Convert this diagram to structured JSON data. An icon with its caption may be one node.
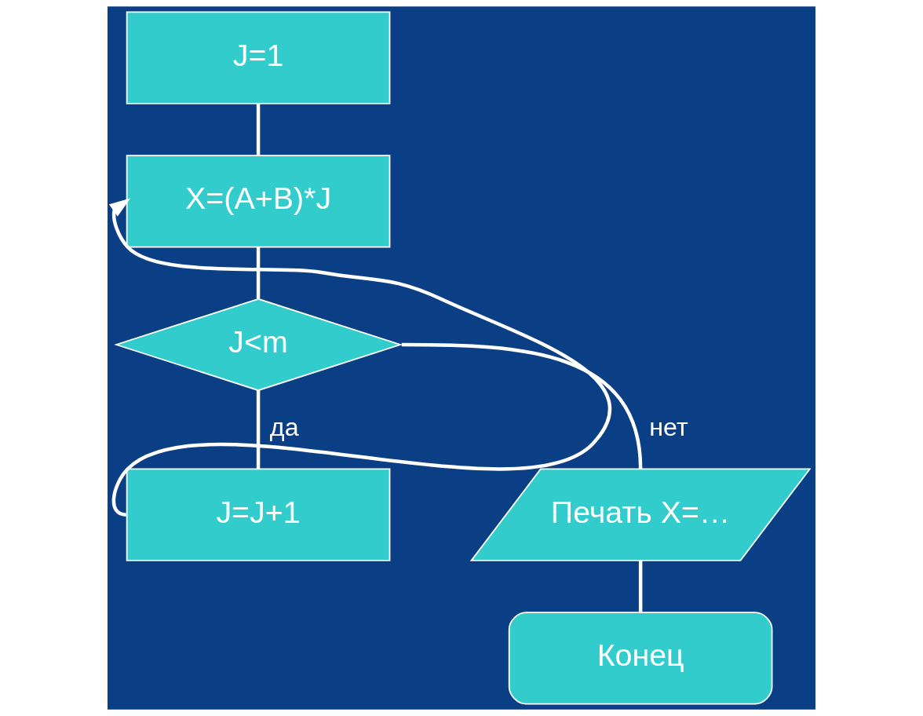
{
  "diagram": {
    "nodes": [
      {
        "text": [
          "J=1"
        ]
      },
      {
        "text": [
          "X=(A+B)*J"
        ]
      },
      {
        "text": [
          "J<m"
        ]
      },
      {
        "text": [
          "J=J+1"
        ]
      },
      {
        "text": [
          "Печать X=…"
        ]
      },
      {
        "text": [
          "Конец"
        ]
      }
    ],
    "edges": [
      {
        "from": 0,
        "to": 1,
        "arrow": "none"
      },
      {
        "from": 3,
        "to": 1,
        "arrow": "to"
      },
      {
        "from": 1,
        "to": 2,
        "arrow": "none"
      },
      {
        "from": 2,
        "to": 3,
        "arrow": "none",
        "label": "да"
      },
      {
        "from": 2,
        "to": 4,
        "arrow": "none",
        "label": "нет"
      },
      {
        "from": 4,
        "to": 5,
        "arrow": "none"
      }
    ]
  }
}
